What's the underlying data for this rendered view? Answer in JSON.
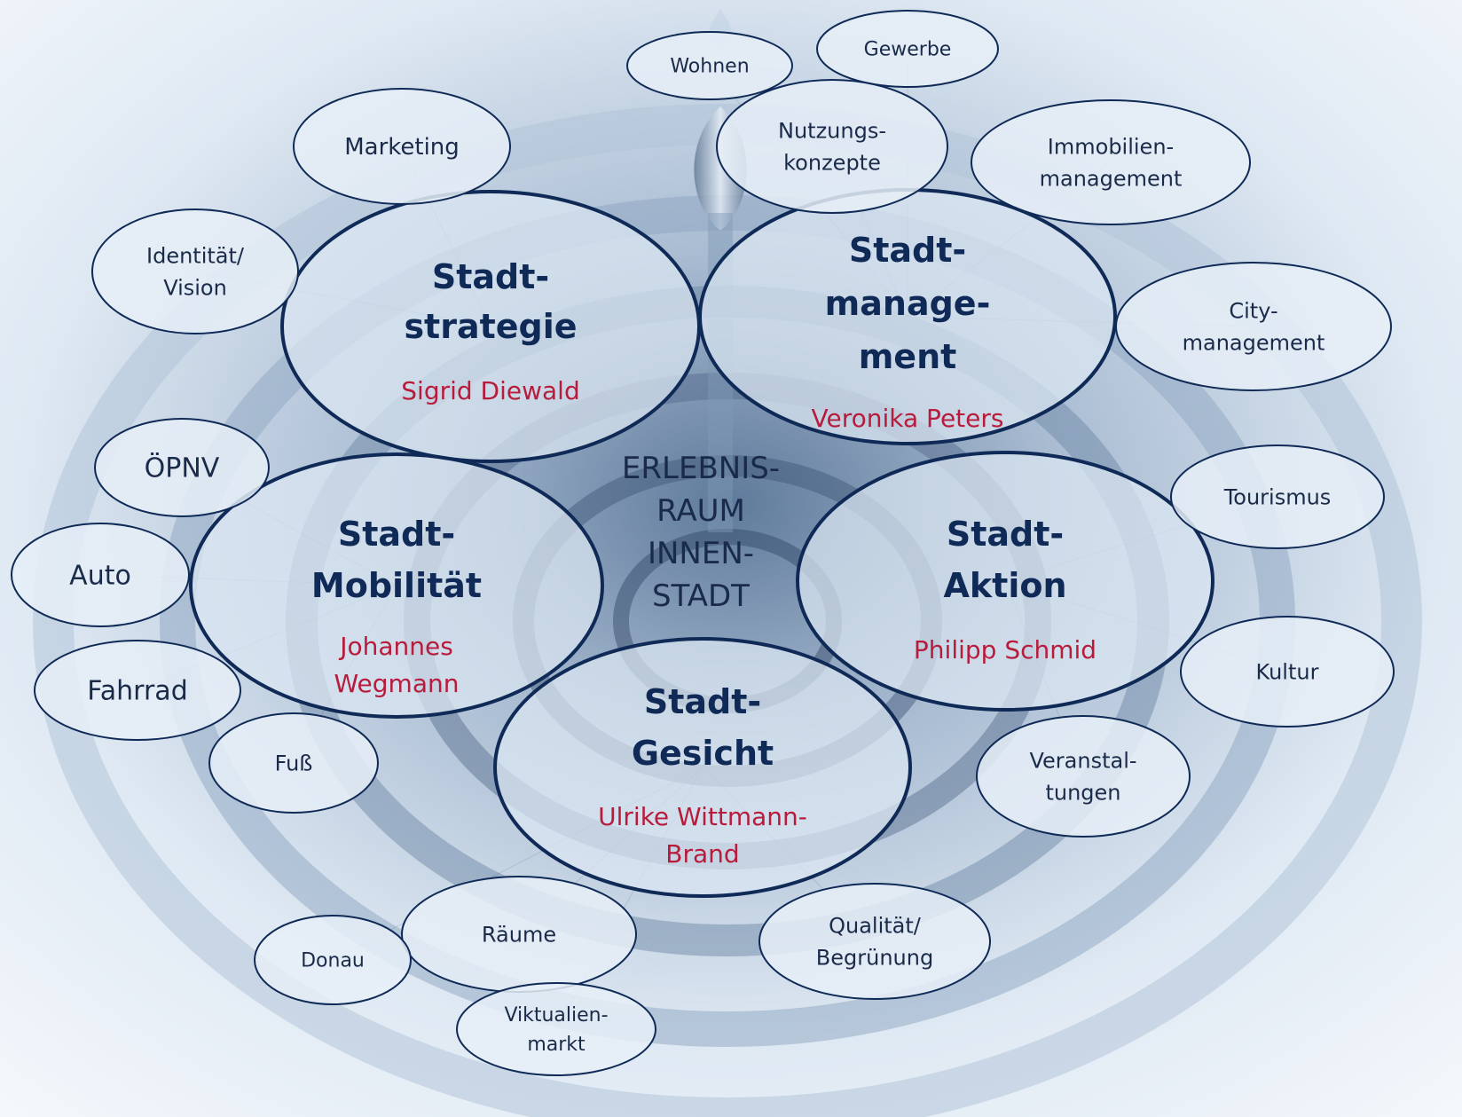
{
  "center": {
    "lines": [
      "ERLEBNIS-",
      "RAUM",
      "INNEN-",
      "STADT"
    ]
  },
  "main_nodes": {
    "strategie": {
      "title": [
        "Stadt-",
        "strategie"
      ],
      "person": [
        "Sigrid Diewald"
      ]
    },
    "management": {
      "title": [
        "Stadt-",
        "manage-",
        "ment"
      ],
      "person": [
        "Veronika Peters"
      ]
    },
    "mobilitaet": {
      "title": [
        "Stadt-",
        "Mobilität"
      ],
      "person": [
        "Johannes",
        "Wegmann"
      ]
    },
    "aktion": {
      "title": [
        "Stadt-",
        "Aktion"
      ],
      "person": [
        "Philipp Schmid"
      ]
    },
    "gesicht": {
      "title": [
        "Stadt-",
        "Gesicht"
      ],
      "person": [
        "Ulrike Wittmann-",
        "Brand"
      ]
    }
  },
  "topics": {
    "wohnen": [
      "Wohnen"
    ],
    "gewerbe": [
      "Gewerbe"
    ],
    "nutzungskonzepte": [
      "Nutzungs-",
      "konzepte"
    ],
    "immobilienmanagement": [
      "Immobilien-",
      "management"
    ],
    "marketing": [
      "Marketing"
    ],
    "identitaet": [
      "Identität/",
      "Vision"
    ],
    "citymanagement": [
      "City-",
      "management"
    ],
    "oepnv": [
      "ÖPNV"
    ],
    "auto": [
      "Auto"
    ],
    "fahrrad": [
      "Fahrrad"
    ],
    "fuss": [
      "Fuß"
    ],
    "tourismus": [
      "Tourismus"
    ],
    "kultur": [
      "Kultur"
    ],
    "veranstaltungen": [
      "Veranstal-",
      "tungen"
    ],
    "raeume": [
      "Räume"
    ],
    "donau": [
      "Donau"
    ],
    "viktualienmarkt": [
      "Viktualien-",
      "markt"
    ],
    "qualitaet": [
      "Qualität/",
      "Begrünung"
    ]
  },
  "colors": {
    "navy": "#0f2a56",
    "person_red": "#b81c3c",
    "fill": "#dde8f3",
    "text_dark": "#1a2b4a"
  }
}
